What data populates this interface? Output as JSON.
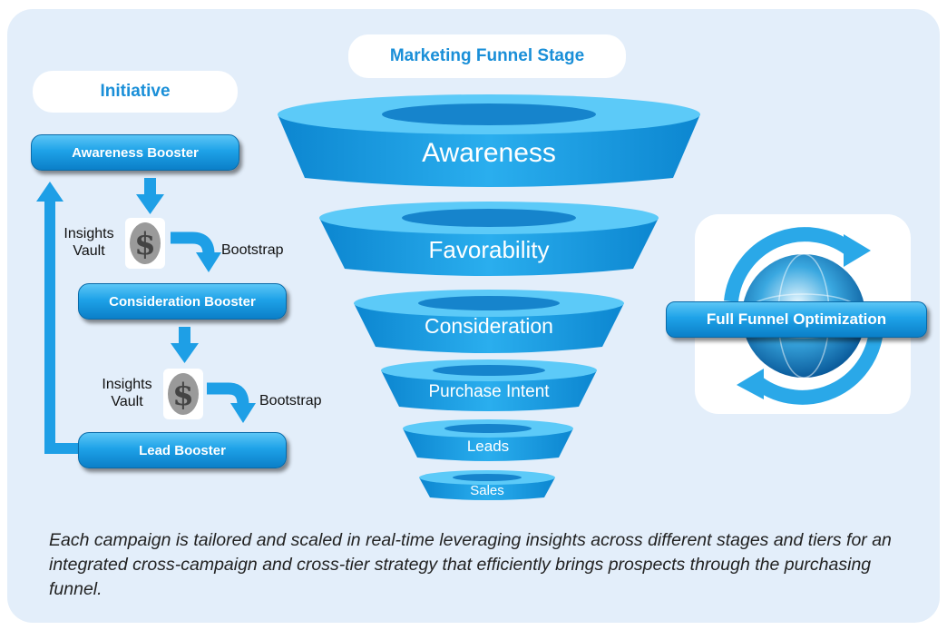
{
  "headers": {
    "funnel_title": "Marketing Funnel Stage",
    "initiative_title": "Initiative"
  },
  "initiatives": {
    "awareness_booster": "Awareness Booster",
    "consideration_booster": "Consideration Booster",
    "lead_booster": "Lead Booster"
  },
  "insights": {
    "vault_line1": "Insights",
    "vault_line2": "Vault",
    "bootstrap": "Bootstrap"
  },
  "funnel_stages": [
    "Awareness",
    "Favorability",
    "Consideration",
    "Purchase Intent",
    "Leads",
    "Sales"
  ],
  "optimization": {
    "label": "Full Funnel Optimization"
  },
  "caption": "Each campaign is tailored and scaled in real-time leveraging insights across different stages and tiers for an integrated cross-campaign and cross-tier strategy that efficiently brings prospects through the purchasing funnel.",
  "colors": {
    "accent": "#1a8fd8",
    "panel_bg": "#e3eefa",
    "funnel": "#1ea2e8"
  },
  "icons": [
    "dollar-vault-icon",
    "globe-icon",
    "cycle-arrows-icon",
    "arrow-down-icon",
    "arrow-up-icon",
    "curved-arrow-icon"
  ]
}
